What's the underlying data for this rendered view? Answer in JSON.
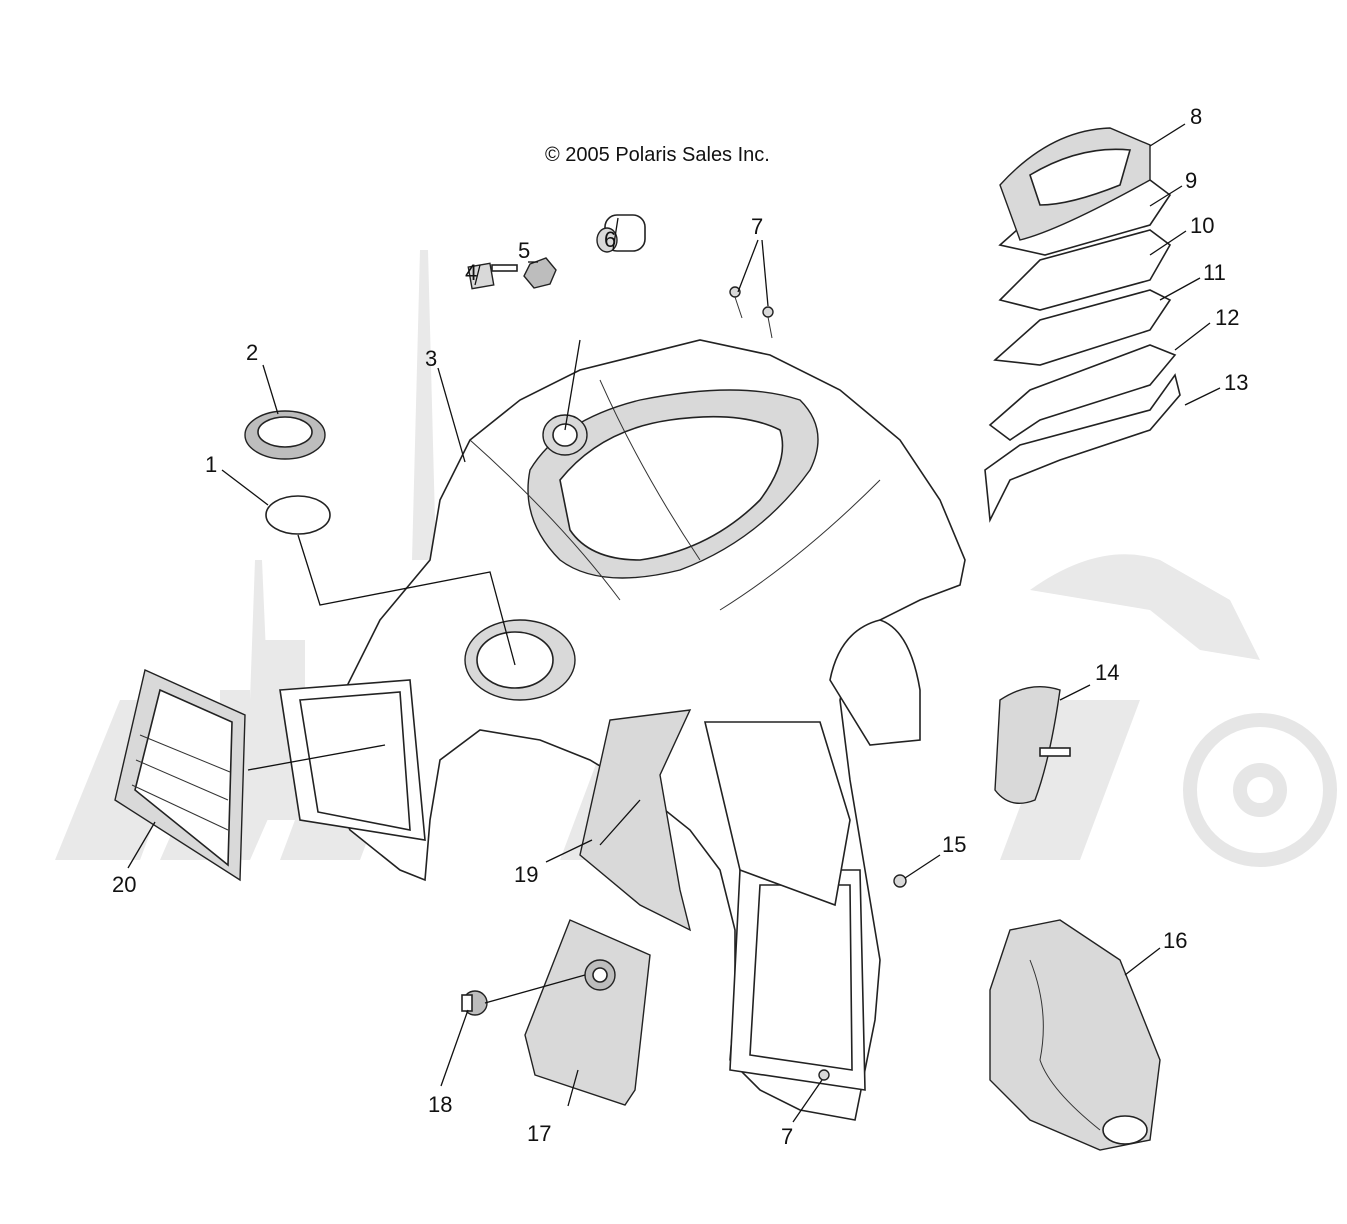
{
  "copyright": "© 2005 Polaris Sales Inc.",
  "callouts": [
    "1",
    "2",
    "3",
    "4",
    "5",
    "6",
    "7",
    "8",
    "9",
    "10",
    "11",
    "12",
    "13",
    "14",
    "15",
    "16",
    "17",
    "18",
    "19",
    "20",
    "7"
  ]
}
